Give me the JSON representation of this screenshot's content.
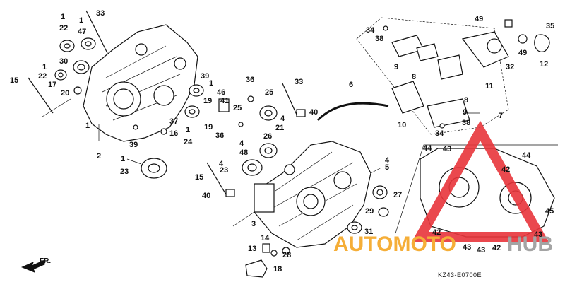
{
  "diagram": {
    "labels_left": [
      "1",
      "22",
      "1",
      "47",
      "33",
      "30",
      "1",
      "22",
      "15",
      "17",
      "20",
      "1",
      "2",
      "1",
      "23",
      "39"
    ],
    "labels_middle": [
      "39",
      "1",
      "46",
      "41",
      "19",
      "37",
      "19",
      "16",
      "1",
      "24",
      "36",
      "36",
      "25",
      "25",
      "33",
      "4",
      "21",
      "26",
      "4",
      "48",
      "4",
      "23",
      "15",
      "40",
      "3",
      "6",
      "40"
    ],
    "labels_right": [
      "34",
      "38",
      "9",
      "8",
      "49",
      "35",
      "49",
      "32",
      "12",
      "11",
      "10",
      "8",
      "9",
      "38",
      "34",
      "7",
      "4",
      "5",
      "27",
      "29",
      "31",
      "13",
      "14",
      "28",
      "18",
      "44",
      "43",
      "42",
      "44",
      "45",
      "42",
      "43",
      "43",
      "42",
      "43"
    ],
    "fr_label": "FR.",
    "diagram_code": "KZ43-E0700E"
  },
  "watermark": {
    "text_auto": "AUTOMOTO",
    "text_hub": "HUB",
    "color_auto": "#f5a623",
    "color_hub": "#9b9b9b",
    "triangle_color": "#e8353b"
  }
}
